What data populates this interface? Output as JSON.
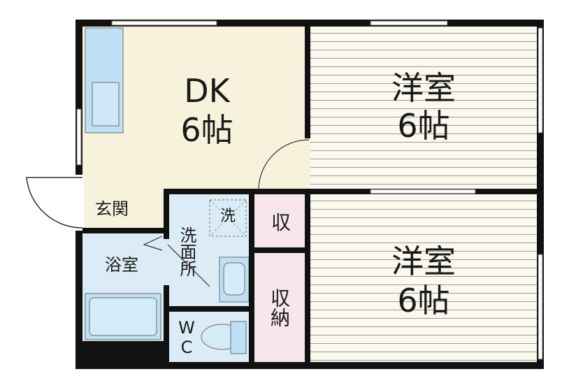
{
  "rooms": {
    "dk": {
      "name": "DK",
      "size": "6帖"
    },
    "western_top": {
      "name": "洋室",
      "size": "6帖"
    },
    "western_bottom": {
      "name": "洋室",
      "size": "6帖"
    },
    "entrance": {
      "name": "玄関"
    },
    "bathroom": {
      "name": "浴室"
    },
    "washroom": {
      "name": "洗面所"
    },
    "washer": {
      "name": "洗"
    },
    "storage_small": {
      "name": "収"
    },
    "storage_closet": {
      "name": "収納"
    },
    "toilet": {
      "name": "WC"
    }
  },
  "colors": {
    "wall": "#111111",
    "dk_floor": "#f7f2dc",
    "western_floor": "#fbf8ee",
    "wet_area": "#dcecf7",
    "storage": "#f8e6ee",
    "fixture": "#bfe0f4"
  }
}
